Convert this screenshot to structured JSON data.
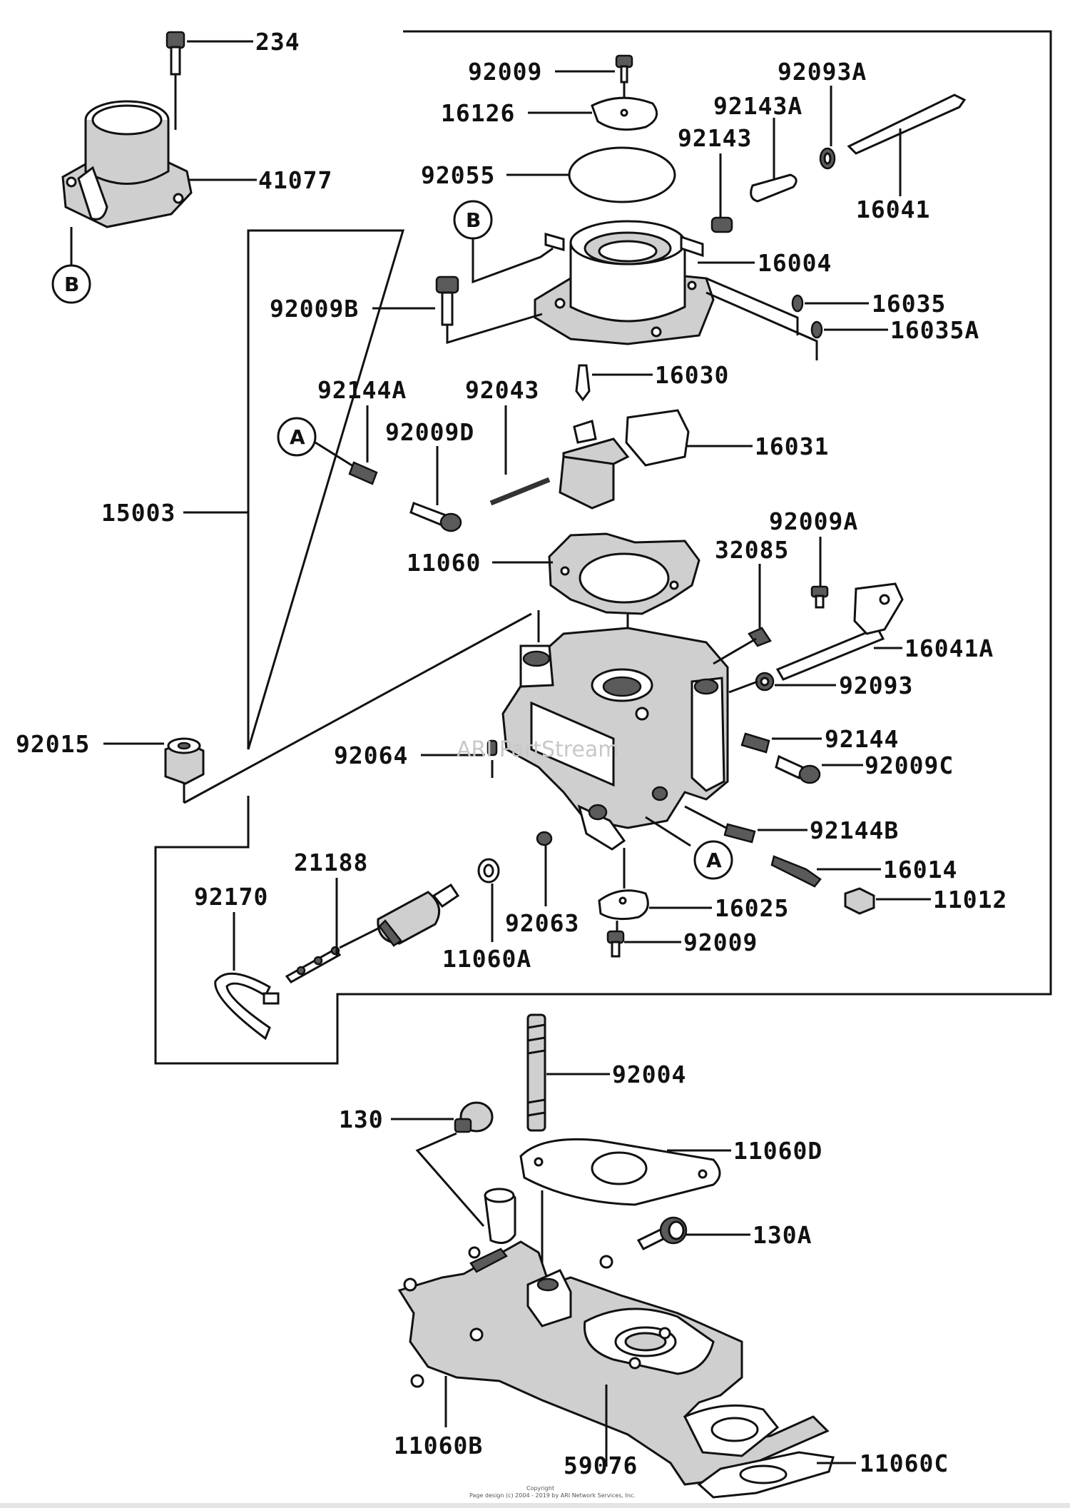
{
  "labels": {
    "l234": "234",
    "l41077": "41077",
    "l92009_top": "92009",
    "l16126": "16126",
    "l92093A": "92093A",
    "l92143A": "92143A",
    "l92143": "92143",
    "l92055": "92055",
    "l16041": "16041",
    "l16004": "16004",
    "l92009B": "92009B",
    "l16035": "16035",
    "l16035A": "16035A",
    "l16030": "16030",
    "l92144A": "92144A",
    "l92043": "92043",
    "l92009D": "92009D",
    "l16031": "16031",
    "l15003": "15003",
    "l11060": "11060",
    "l92009A": "92009A",
    "l32085": "32085",
    "l16041A": "16041A",
    "l92093": "92093",
    "l92015": "92015",
    "l92064": "92064",
    "l92144": "92144",
    "l92009C": "92009C",
    "l92144B": "92144B",
    "l16014": "16014",
    "l11012": "11012",
    "l92170": "92170",
    "l21188": "21188",
    "l16025": "16025",
    "l92063": "92063",
    "l92009_bot": "92009",
    "l11060A": "11060A",
    "l92004": "92004",
    "l130": "130",
    "l11060D": "11060D",
    "l130A": "130A",
    "l11060B": "11060B",
    "l59076": "59076",
    "l11060C": "11060C"
  },
  "callouts": {
    "b_left": "B",
    "b_top": "B",
    "a_left": "A",
    "a_right": "A"
  },
  "watermark": "ARI PartStream",
  "footer": {
    "line1": "Copyright",
    "line2": "Page design (c) 2004 - 2019 by ARI Network Services, Inc."
  }
}
